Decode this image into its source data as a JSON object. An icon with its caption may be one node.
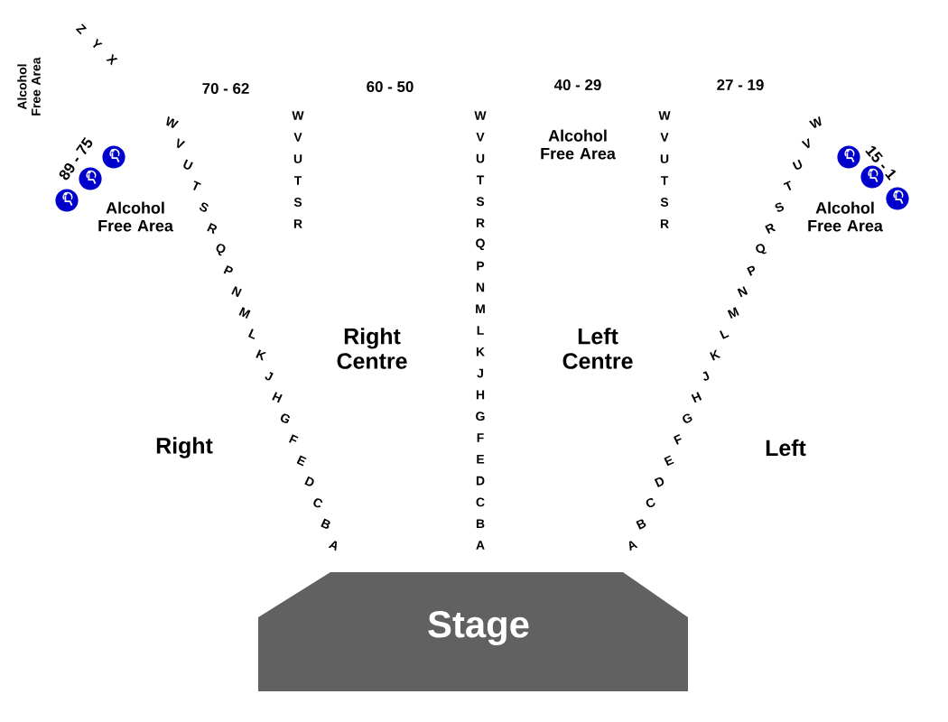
{
  "diagram": {
    "nodes": [
      {
        "text": [
          "Stage"
        ]
      }
    ],
    "labels": [
      "Z",
      "Y",
      "X",
      "Alcohol Free Area",
      "70 - 62",
      "60 - 50",
      "40 - 29",
      "27 - 19",
      "Alcohol Free Area",
      "89 - 75",
      "Alcohol Free Area",
      "15 - 1",
      "Alcohol Free Area",
      "Right Centre",
      "Left Centre",
      "Right",
      "Left",
      "W",
      "V",
      "U",
      "T",
      "S",
      "R",
      "Q",
      "P",
      "N",
      "M",
      "L",
      "K",
      "J",
      "H",
      "G",
      "F",
      "E",
      "D",
      "C",
      "B",
      "A",
      "W",
      "V",
      "U",
      "T",
      "S",
      "R",
      "W",
      "V",
      "U",
      "T",
      "S",
      "R",
      "Q",
      "P",
      "N",
      "M",
      "L",
      "K",
      "J",
      "H",
      "G",
      "F",
      "E",
      "D",
      "C",
      "B",
      "A",
      "W",
      "V",
      "U",
      "T",
      "S",
      "R",
      "W",
      "V",
      "U",
      "T",
      "S",
      "R",
      "Q",
      "P",
      "N",
      "M",
      "L",
      "K",
      "J",
      "H",
      "G",
      "F",
      "E",
      "D",
      "C",
      "B",
      "A"
    ]
  }
}
